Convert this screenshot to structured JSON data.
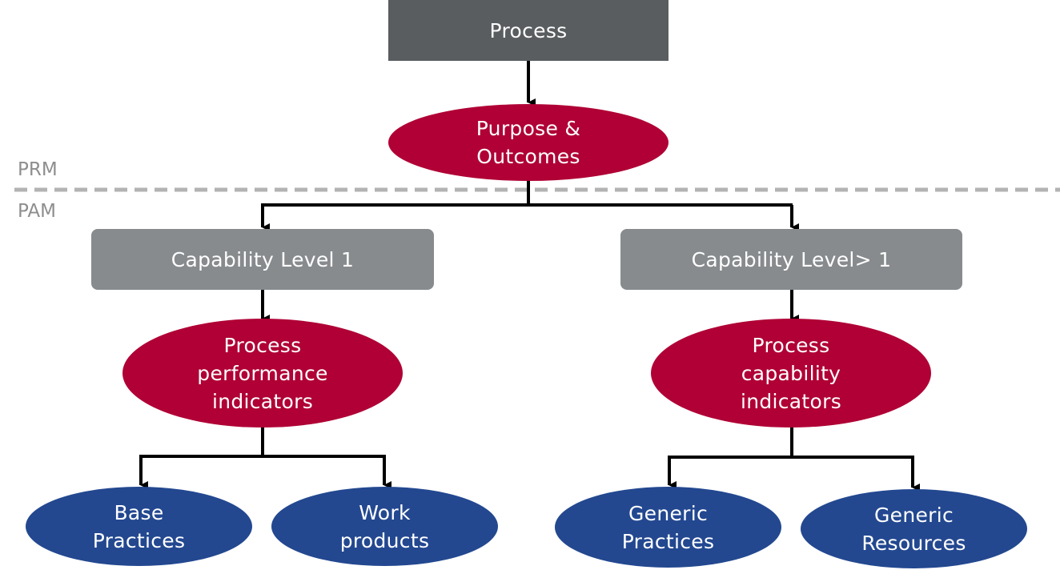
{
  "diagram": {
    "zones": {
      "upper_label": "PRM",
      "lower_label": "PAM"
    },
    "nodes": {
      "process": "Process",
      "purpose_outcomes": "Purpose &\nOutcomes",
      "capability_level_1": "Capability Level 1",
      "capability_level_gt1": "Capability Level> 1",
      "process_performance_indicators": "Process\nperformance\nindicators",
      "process_capability_indicators": "Process\ncapability\nindicators",
      "base_practices": "Base\nPractices",
      "work_products": "Work\nproducts",
      "generic_practices": "Generic\nPractices",
      "generic_resources": "Generic\nResources"
    },
    "colors": {
      "process_box": "#595d60",
      "capability_box": "#878b8e",
      "indicator_ellipse": "#b00035",
      "leaf_ellipse": "#234890",
      "connector": "#000000",
      "divider": "#b3b3b3",
      "zone_label": "#8e8e8e"
    }
  }
}
